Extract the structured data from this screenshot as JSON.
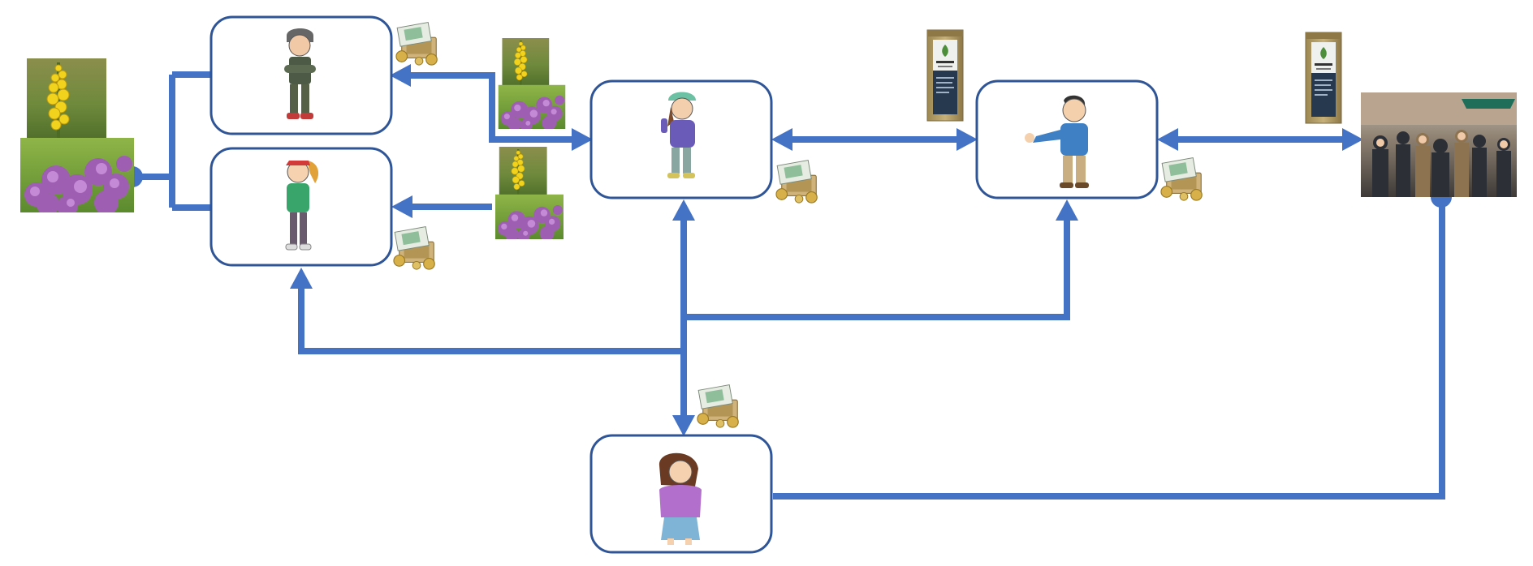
{
  "diagram": {
    "nodes": [
      {
        "id": "collector-1",
        "figure": "man-cap-crossed-arms"
      },
      {
        "id": "collector-2",
        "figure": "girl-red-cap-green-hoodie"
      },
      {
        "id": "processor",
        "figure": "girl-green-beanie-purple-hoodie"
      },
      {
        "id": "wholesaler",
        "figure": "man-blue-shirt-waving"
      },
      {
        "id": "coordinator",
        "figure": "woman-purple-top"
      }
    ],
    "pictures": [
      {
        "id": "flowers-source",
        "subject": "yellow-mullein-and-purple-thyme-flowers"
      },
      {
        "id": "flowers-to-processor",
        "subject": "yellow-mullein-and-purple-thyme-flowers"
      },
      {
        "id": "flowers-from-collector-2",
        "subject": "yellow-mullein-and-purple-thyme-flowers"
      },
      {
        "id": "tea-bag-1",
        "subject": "herbal-tea-package"
      },
      {
        "id": "tea-bag-2",
        "subject": "herbal-tea-package"
      },
      {
        "id": "crowd",
        "subject": "street-crowd-consumers"
      }
    ],
    "money_icons": [
      "money-icon-1",
      "money-icon-2",
      "money-icon-3",
      "money-icon-4",
      "money-icon-5"
    ],
    "colors": {
      "line": "#4472c4",
      "box_border": "#2f5597",
      "box_fill": "#ffffff"
    }
  }
}
